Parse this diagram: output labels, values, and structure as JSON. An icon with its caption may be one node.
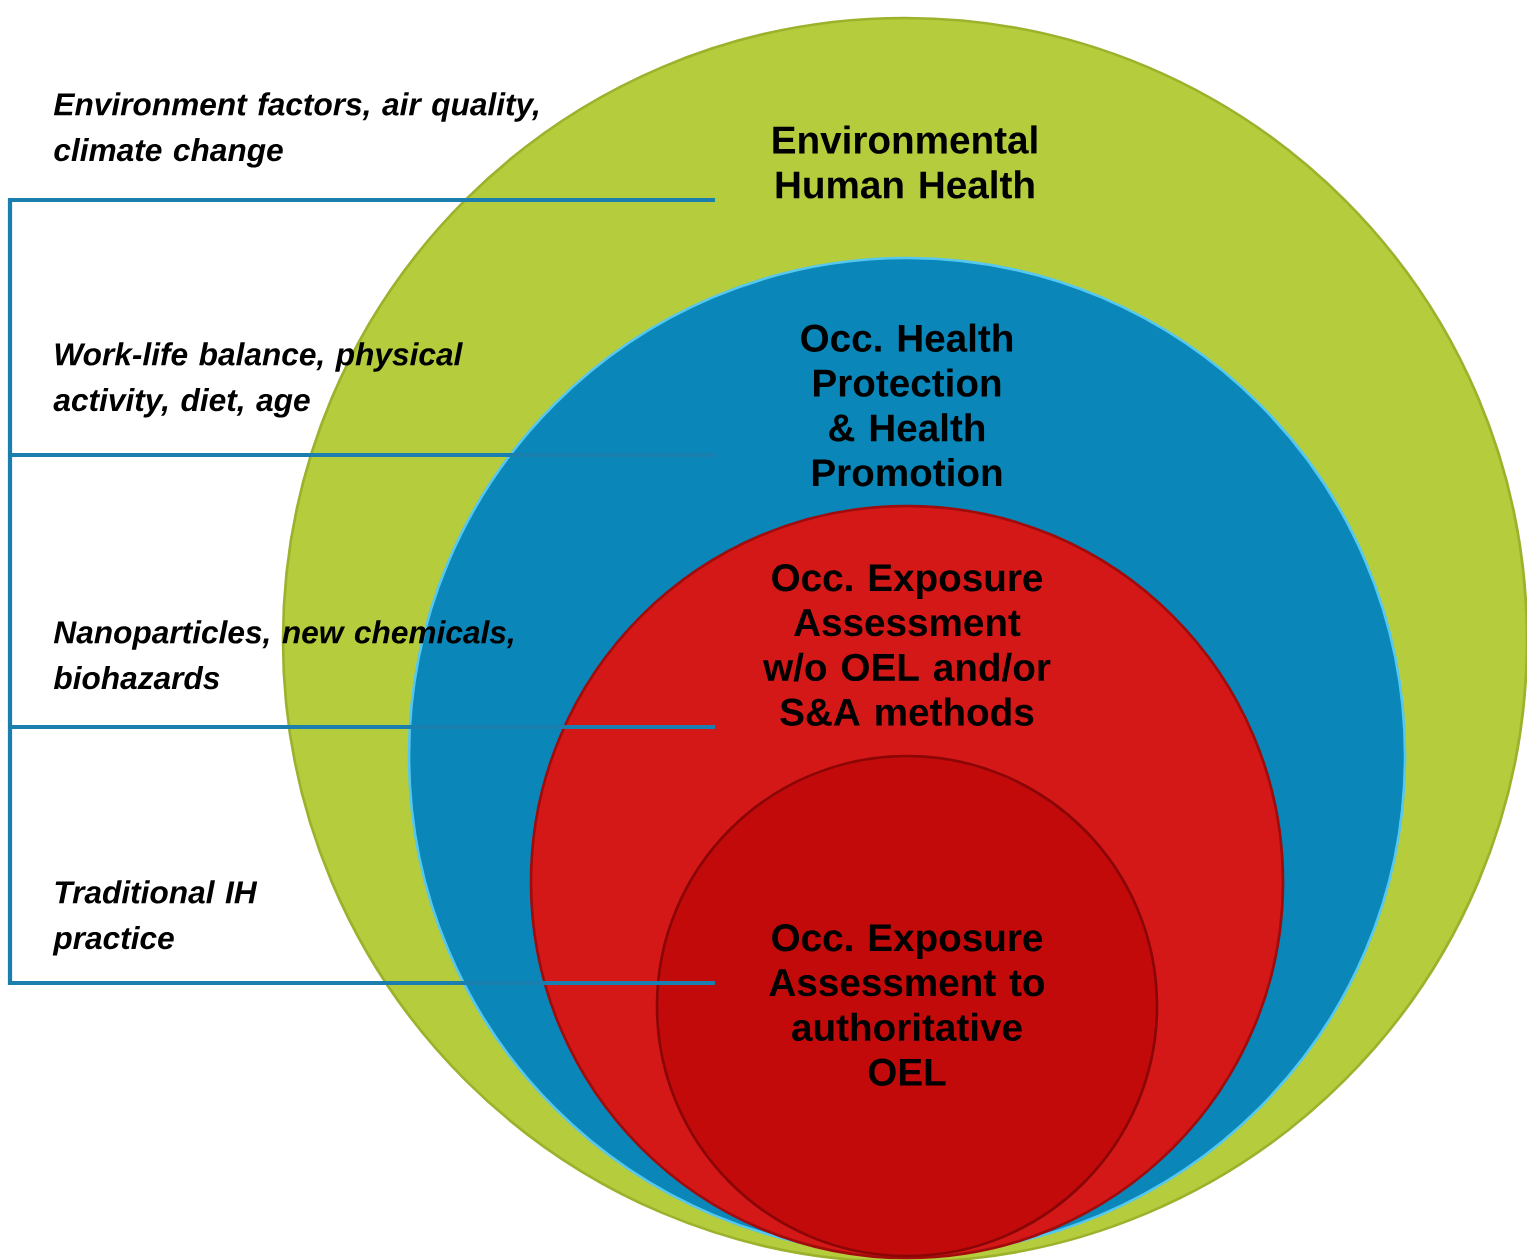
{
  "diagram": {
    "nodes": [
      {
        "text": [
          "Environmental Human Health"
        ]
      },
      {
        "text": [
          "Occ. Health Protection & Health Promotion"
        ],
        "in": 0
      },
      {
        "text": [
          "Occ. Exposure Assessment w/o OEL and/or S&A methods"
        ],
        "in": 1
      },
      {
        "text": [
          "Occ. Exposure Assessment to authoritative OEL"
        ],
        "in": 2
      }
    ],
    "labels": [
      "Environment factors, air quality, climate change",
      "Work-life balance, physical activity, diet, age",
      "Nanoparticles, new chemicals, biohazards",
      "Traditional IH practice"
    ]
  }
}
